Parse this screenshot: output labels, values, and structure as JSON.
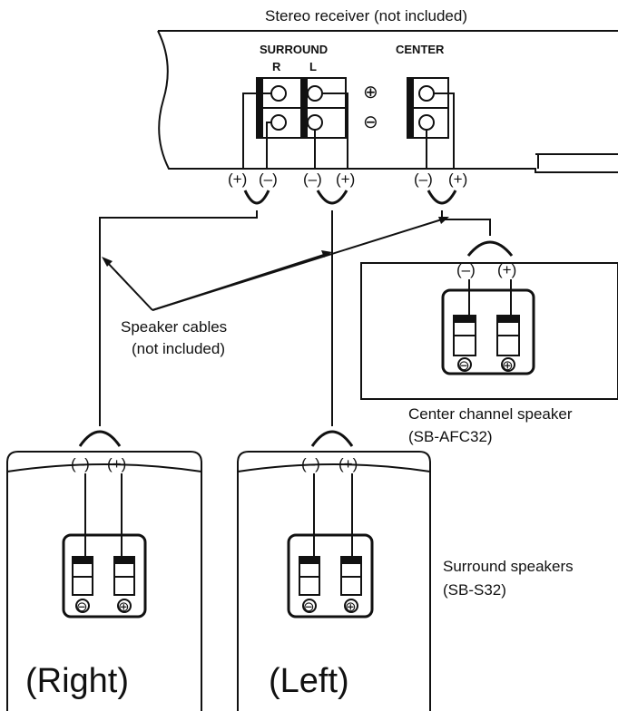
{
  "receiver": {
    "label": "Stereo receiver (not included)",
    "surround_label": "SURROUND",
    "surround_r": "R",
    "surround_l": "L",
    "center_label": "CENTER",
    "plus_symbol": "⊕",
    "minus_symbol": "⊖"
  },
  "polarity": {
    "plus": "(+)",
    "minus": "(–)"
  },
  "cables": {
    "label_line1": "Speaker cables",
    "label_line2": "(not included)"
  },
  "center_speaker": {
    "label_line1": "Center channel speaker",
    "label_line2": "(SB-AFC32)"
  },
  "surround_speakers": {
    "label_line1": "Surround speakers",
    "label_line2": "(SB-S32)",
    "right_label": "(Right)",
    "left_label": "(Left)"
  },
  "colors": {
    "line": "#111111",
    "background": "#ffffff"
  }
}
